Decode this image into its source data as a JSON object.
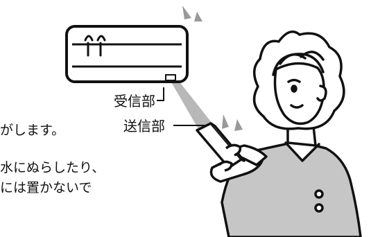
{
  "labels": {
    "receiver": "受信部",
    "transmitter": "送信部"
  },
  "body_text": {
    "line1": "がします。",
    "line2": "水にぬらしたり、",
    "line3": "には置かないで"
  }
}
